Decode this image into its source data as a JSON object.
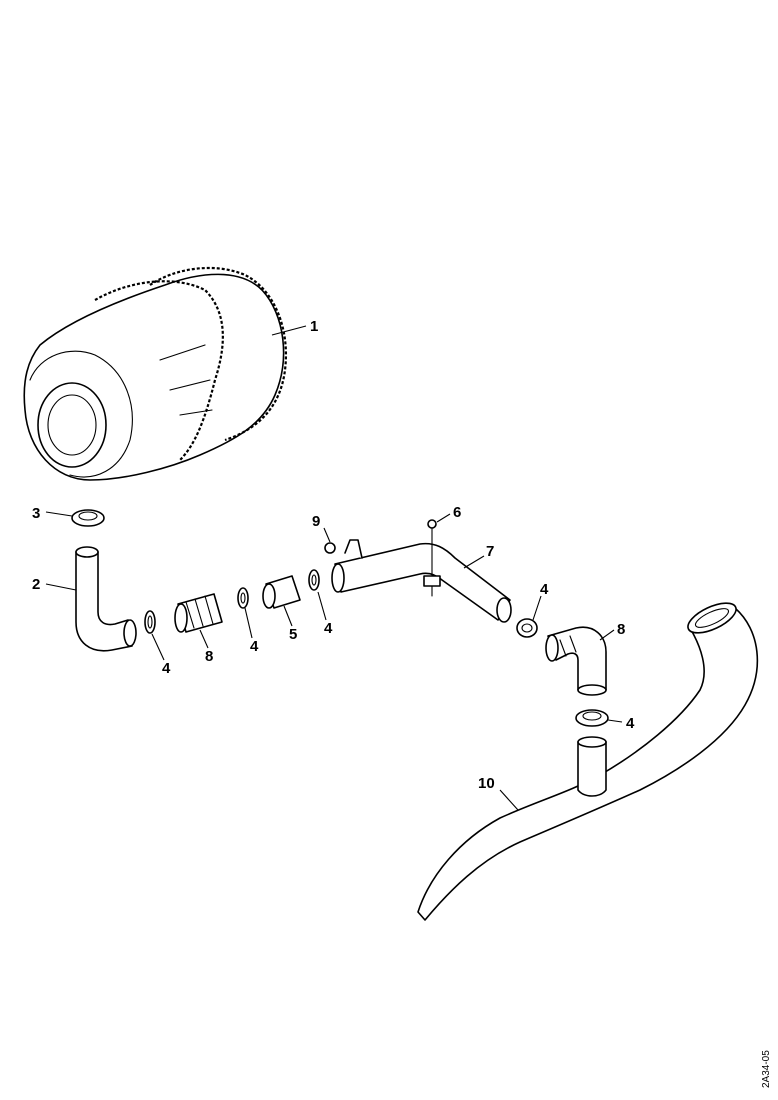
{
  "callouts": {
    "c1": "1",
    "c2": "2",
    "c3": "3",
    "c4a": "4",
    "c4b": "4",
    "c4c": "4",
    "c4d": "4",
    "c4e": "4",
    "c5": "5",
    "c6": "6",
    "c7": "7",
    "c8a": "8",
    "c8b": "8",
    "c9": "9",
    "c10": "10"
  },
  "drawing_reference": "2A34-05",
  "colors": {
    "line": "#000000",
    "background": "#ffffff"
  }
}
